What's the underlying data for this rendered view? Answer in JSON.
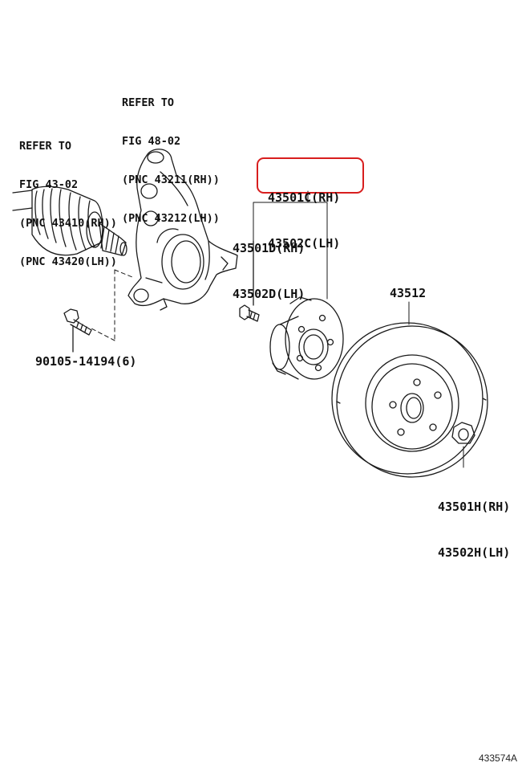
{
  "labels": {
    "knuckle_ref": [
      "REFER TO",
      "FIG 48-02",
      "(PNC 43211(RH))",
      "(PNC 43212(LH))"
    ],
    "shaft_ref": [
      "REFER TO",
      "FIG 43-02",
      "(PNC 43410(RH))",
      "(PNC 43420(LH))"
    ],
    "hub_bearing": [
      "43501C(RH)",
      "43502C(LH)"
    ],
    "hub_bolt": [
      "43501D(RH)",
      "43502D(LH)"
    ],
    "disc": "43512",
    "knuckle_bolt": "90105-14194(6)",
    "nut": [
      "43501H(RH)",
      "43502H(LH)"
    ],
    "figure_number": "433574A"
  },
  "colors": {
    "highlight": "#d81e1e",
    "line": "#1a1a1a"
  }
}
